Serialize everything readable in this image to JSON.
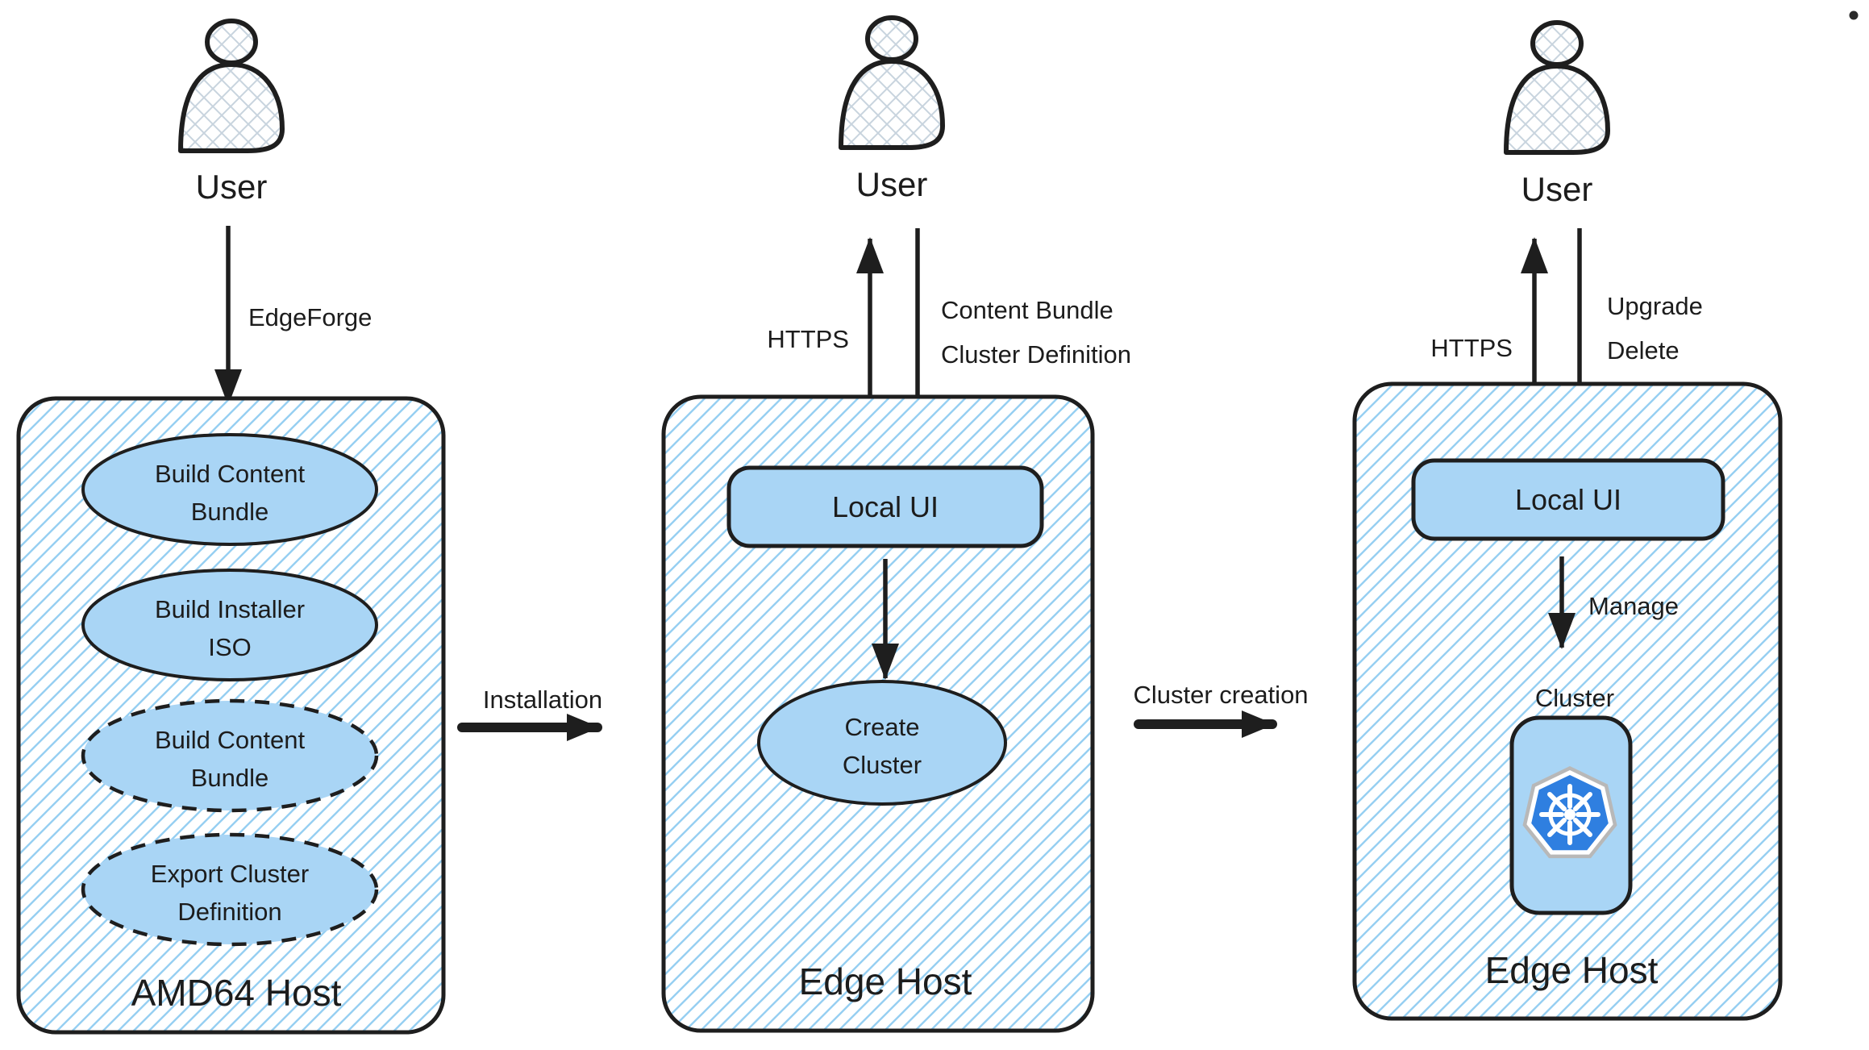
{
  "colors": {
    "node_fill": "#a9d5f5",
    "hatch_line": "#96cff2",
    "outline": "#1e1e1e",
    "text": "#1c1c1c",
    "k8s_blue": "#2f7fe0"
  },
  "stage1": {
    "user_label": "User",
    "arrow_label": "EdgeForge",
    "host_title": "AMD64 Host",
    "node1_line1": "Build Content",
    "node1_line2": "Bundle",
    "node2_line1": "Build Installer",
    "node2_line2": "ISO",
    "node3_line1": "Build Content",
    "node3_line2": "Bundle",
    "node4_line1": "Export Cluster",
    "node4_line2": "Definition"
  },
  "transition1": {
    "label": "Installation"
  },
  "stage2": {
    "user_label": "User",
    "up_label": "HTTPS",
    "down_label_line1": "Content Bundle",
    "down_label_line2": "Cluster Definition",
    "local_ui_label": "Local UI",
    "node_line1": "Create",
    "node_line2": "Cluster",
    "host_title": "Edge Host"
  },
  "transition2": {
    "label": "Cluster creation"
  },
  "stage3": {
    "user_label": "User",
    "up_label": "HTTPS",
    "down_label_line1": "Upgrade",
    "down_label_line2": "Delete",
    "local_ui_label": "Local UI",
    "manage_label": "Manage",
    "cluster_label": "Cluster",
    "host_title": "Edge Host"
  }
}
